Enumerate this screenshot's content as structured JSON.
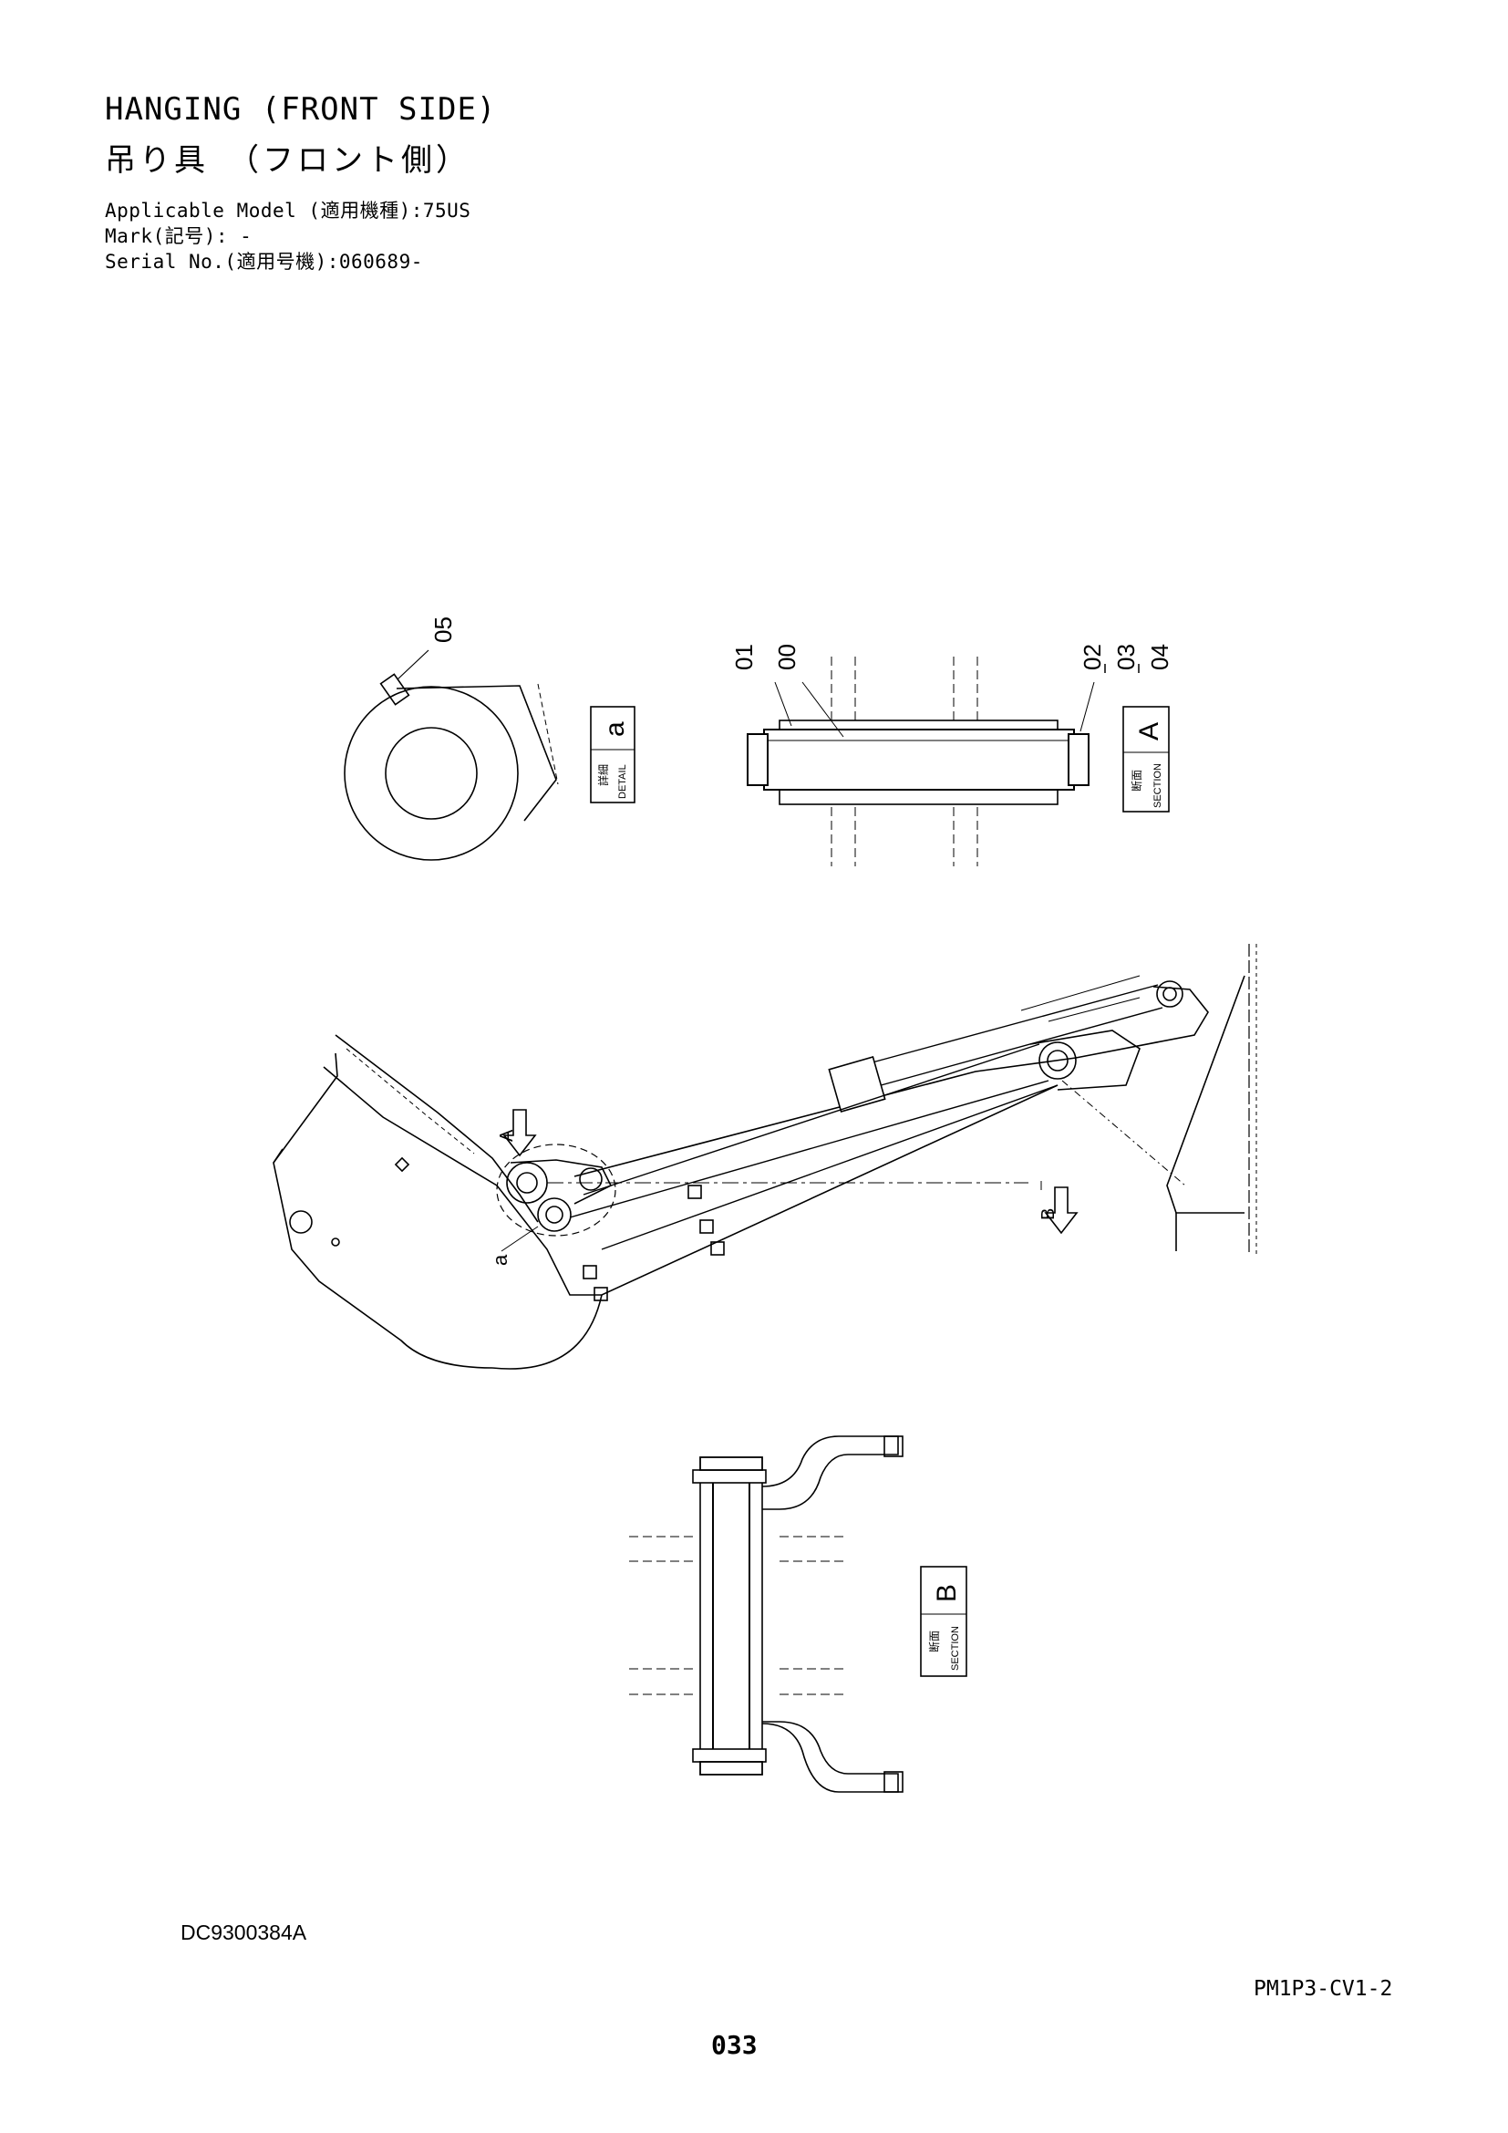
{
  "header": {
    "title_en": "HANGING (FRONT SIDE)",
    "title_jp": "吊り具　（フロント側）",
    "model_line": "Applicable Model (適用機種):75US",
    "mark_line": "Mark(記号): -",
    "serial_line": "Serial No.(適用号機):060689-"
  },
  "callouts": {
    "c05": "05",
    "c01": "01",
    "c00": "00",
    "c02": "02",
    "c03": "03",
    "c04": "04",
    "view_a": "A",
    "view_b": "B",
    "detail_a": "a"
  },
  "labels": {
    "detail_letter": "a",
    "detail_jp": "詳細",
    "detail_en": "DETAIL",
    "section_a_letter": "A",
    "section_b_letter": "B",
    "section_jp": "断面",
    "section_en": "SECTION"
  },
  "footer": {
    "drawing_code": "DC9300384A",
    "ref_code": "PM1P3-CV1-2",
    "page_number": "033"
  }
}
